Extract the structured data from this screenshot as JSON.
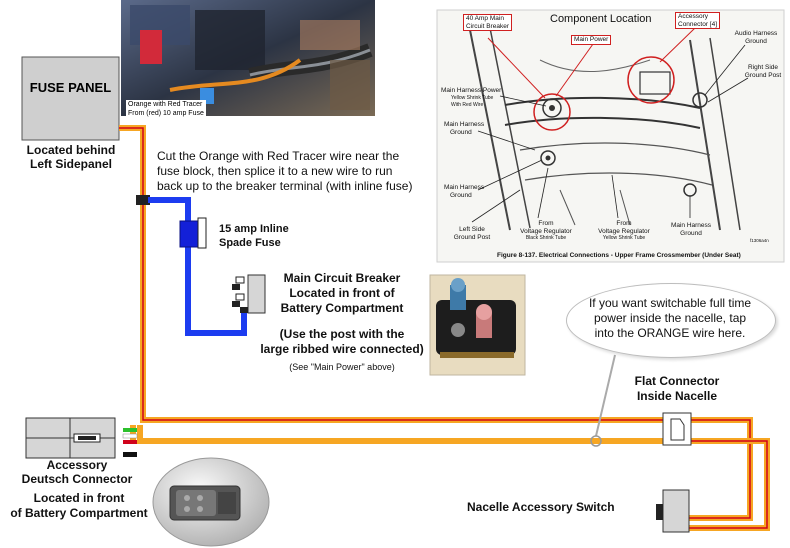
{
  "photo_top_caption": [
    "Orange with Red Tracer",
    "From (red) 10 amp Fuse"
  ],
  "fuse_panel": {
    "label": "FUSE PANEL",
    "location": [
      "Located behind",
      "Left Sidepanel"
    ]
  },
  "splice_note": [
    "Cut the Orange with Red Tracer wire near the",
    "fuse block, then splice it to a new wire to run",
    "back up to the breaker terminal (with inline fuse)"
  ],
  "inline_fuse": [
    "15 amp Inline",
    "Spade Fuse"
  ],
  "breaker": {
    "title": [
      "Main Circuit Breaker",
      "Located in front of",
      "Battery Compartment"
    ],
    "post_note": [
      "(Use the post with the",
      "large ribbed wire connected)"
    ],
    "see_note": "(See \"Main Power\" above)"
  },
  "figure": {
    "title": "Component Location",
    "labels": {
      "breaker_40": [
        "40 Amp Main",
        "Circuit Breaker"
      ],
      "main_power": "Main Power",
      "accessory_connector": [
        "Accessory",
        "Connector [4]"
      ],
      "audio_ground": [
        "Audio Harness",
        "Ground"
      ],
      "right_side_ground": [
        "Right Side",
        "Ground Post"
      ],
      "harness_power": [
        "Main Harness Power",
        "Yellow Shrink Tube",
        "With Red Wire"
      ],
      "harness_ground_1": [
        "Main Harness",
        "Ground"
      ],
      "harness_ground_2": [
        "Main Harness",
        "Ground"
      ],
      "harness_ground_3": [
        "Main Harness",
        "Ground"
      ],
      "left_side_ground": [
        "Left Side",
        "Ground Post"
      ],
      "vr_black": [
        "From",
        "Voltage Regulator",
        "Black Shrink Tube"
      ],
      "vr_yellow": [
        "From",
        "Voltage Regulator",
        "Yellow Shrink Tube"
      ],
      "id_code": "f1306a4n"
    },
    "caption": "Figure 8-137. Electrical Connections - Upper Frame Crossmember (Under Seat)"
  },
  "switchable_note": [
    "If you want switchable full time",
    "power inside the nacelle, tap",
    "into the ORANGE wire here."
  ],
  "flat_connector": [
    "Flat Connector",
    "Inside Nacelle"
  ],
  "nacelle_switch": "Nacelle Accessory Switch",
  "deutsch": {
    "title": [
      "Accessory",
      "Deutsch Connector"
    ],
    "location": [
      "Located in front",
      "of Battery Compartment"
    ]
  },
  "colors": {
    "orange_wire": "#f6a623",
    "red_tracer": "#d0021b",
    "blue_wire": "#1c3cf0",
    "fuse_blue": "#1320d8",
    "panel_gray": "#cfcfcf",
    "connector_gray": "#d6d6d6"
  }
}
